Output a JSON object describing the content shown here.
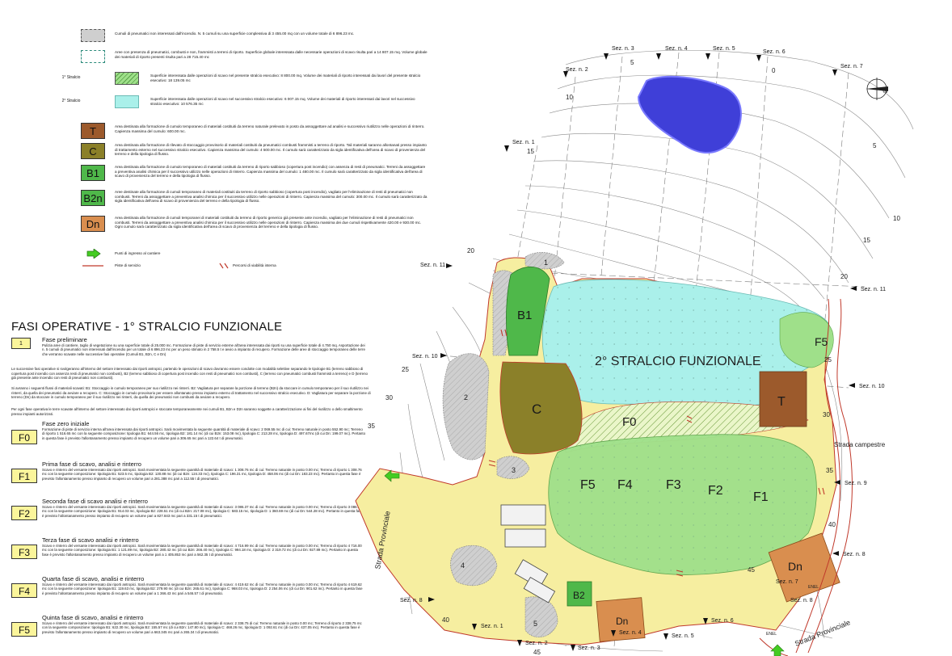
{
  "legend": {
    "cumuli": "Cumuli di pneumatici non interessati dall'incendio. N. 5 cumuli su una superficie complessiva di 3 455.00 mq con un volume totale di 6 896.23 mc.",
    "aree_presenza": "Aree con presenza di pneumatici, combusti e non, frammisti a terreni di riporto. Superficie globale interessata dalle necessarie operazioni di scavo risulta pari a 14 807.15 mq. Volume globale dei materiali di riporto presenti risulta pari a 28 715.40 mc",
    "stralcio1_tag": "1° Stralcio",
    "stralcio1": "Superficie interessata dalle operazioni di scavo nel presente stralcio esecutivo: 8 800.00 mq. Volume dei materiali di riporto interessati dai lavori del presente stralcio esecutivo: 18 139.05 mc",
    "stralcio2_tag": "2° Stralcio",
    "stralcio2": "Superficie interessata dalle operazioni di scavo nel successivo stralcio esecutivo: 6 007.15 mq. Volume dei materiali di riporto interessati dai lavori nel successivo stralcio esecutivo: 10 576.35 mc",
    "T_label": "T",
    "T_text": "Area destinata alla formazione di cumulo temporaneo di materiali costituiti da terreno naturale prelevato in posto da assoggettare ad analisi e successivo riutilizzo nelle operazioni di rinterro. Capienza massima del cumulo: 600.00 mc.",
    "C_label": "C",
    "C_text": "Area destinata alla formazione di rilevato di stoccaggio provvisorio di materiali costituiti da pneumatici combusti frammisti a terreno di riporto. Tali materiali saranno allontanati presso impianto di trattamento esterno nel successivo stralcio esecutivo. Capienza massima del cumulo: 4 500.00 mc. Il cumulo sarà caratterizzato da sigla identificativa dell'area di scavo di provenienza del terreno e della tipologia di flusso.",
    "B1_label": "B1",
    "B1_text": "Area destinata alla formazione di cumulo temporaneo di materiali costituiti da terreno di riporto sabbioso (copertura post incendio) con assenza di resti di pneumatici. Terreni da assoggettare a preventiva analisi chimica per il successivo utilizzo nelle operazioni di rinterro. Capienza massima del cumulo: 1 480.00 mc. Il cumulo sarà caratterizzato da sigla identificativa dell'area di scavo di provenienza del terreno e della tipologia di flusso.",
    "B2n_label": "B2n",
    "B2n_text": "Aree destinate alla formazione di cumuli temporaneo di materiali costituiti da terreno di riporto sabbioso (copertura post incendio), vagliato per l'eliminazione di resti di pneumatici non combusti. Terreni da assoggettare a preventiva analisi chimica per il successivo utilizzo nelle operazioni di rinterro. Capienza massima del cumulo: 300.00 mc. Il cumulo sarà caratterizzato da sigla identificativa dell'area di scavo di provenienza del terreno e della tipologia di flusso.",
    "Dn_label": "Dn",
    "Dn_text": "Area destinata alla formazione di cumuli temporanei di materiali costituiti da terreno di riporto generico già presente ante incendio, vagliato per l'eliminazione di resti di pneumatici non combusti. Terreni da assoggettare a preventiva analisi chimica per il successivo utilizzo nelle operazioni di rinterro. Capienza massima dei due cumuli rispettivamente 420.00 e 930.00 mc. Ogni cumulo sarà caratterizzato da sigla identificativa dell'area di scavo di provenienza del terreno e della tipologia di flusso.",
    "ingresso": "Punti di ingresso al cantiere",
    "piste": "Piste di servizio",
    "percorsi": "Percorsi di viabilità interna"
  },
  "phases": {
    "title": "FASI OPERATIVE - 1° STRALCIO FUNZIONALE",
    "pre_head": "Fase preliminare",
    "pre_box": "1",
    "pre_text": "Pulizia aree di cantiere, taglio di vegetazione su una superficie totale di 25.000 mc. Formazione di piste di servizio esterne all'area interessata dai riporti su una superficie totale di 4.750 mq. Asportazione dei n. 5 cumuli di pneumatici non interessati dall'incendio per un totale di 6 896.23 mc per un peso stimato in 2 758.5 t e avvio a impianto di recupero. Formazione delle aree di stoccaggio temporaneo delle terre che verranno scavate nelle successive fasi operative (Cumuli B1, B2n, C e Dn)",
    "para1": "Le successive fasi operative si svolgeranno all'interno del settore interessato dai riporti antropici, partendo le operazioni di scavo dovranno essere condotte con modalità selettive separando le tipologie B1 (terreno sabbioso di copertura post incendio con assenza resti di pneumatici non combusti), B2 (terreno sabbioso di copertura post incendio con resti di pneumatici non combusti), C (terreno con pneumatici combusti frammisti a terreno) e D (terreno già presente ante incendio con resti di pneumatici non combusti).",
    "para2": "Si avranno i seguenti flussi di materiali scavati: B1: Stoccaggio in cumulo temporaneo per suo riutilizzo nei rinterri. B2: Vagliatura per separare la porzione di terreno (B2n) da stoccare in cumulo temporaneo per il suo riutilizzo nei rinterri, da quella dei pneumatici da avviare a recupero. C: Stoccaggio in cumulo provvisorio per essere allontanato presso impianto esterno di trattamento nel successivo stralcio esecutivo. D: Vagliatura per separare la porzione di terreno (Dn) da stoccare in cumulo temporaneo per il suo riutilizzo nei rinterri, da quella dei pneumatici non combusti da avviare a recupero.",
    "para3": "Per ogni fase operativa le terre scavate all'interno del settore interessato dai riporti antropici e stoccate temporaneamente nei cumuli B1, B2n e D2n saranno soggette a caratterizzazione ai fini del riutilizzo o dello smaltimento presso impianti autorizzati.",
    "items": [
      {
        "box": "F0",
        "head": "Fase zero iniziale",
        "text": "Formazione di piste di servizio interna all'area interessata dai riporti antropici. Sarà movimentata la seguente quantità di materiale di scavo: 2 069.55 mc di cui: Terreno naturale in posto 552.90 mc; Terreno di riporto 1 516.65 mc con la seguente composizione: tipologia B1: 644.56 mc, tipologia B2: 181.14 mc (di cui B2n: 153.08 mc), tipologia C: 213.28 mc, tipologia D: 497.67mc (di cui Dn: 199.07 mc). Pertanto in questa fase è previsto l'allontanamento presso impianto di recupero un volume pari a 306.65 mc pari a 122.64 t di pneumatici."
      },
      {
        "box": "F1",
        "head": "Prima fase di scavo, analisi e rinterro",
        "text": "Scavo e rinterro del versante interessato dai riporti antropici. Sarà movimentata la seguente quantità di materiale di scavo: 1 308.76 mc di cui: Terreno naturale in posto 0.00 mc; Terreno di riporto 1 308.76 mc con la seguente composizione: tipologia B1: 523.5 mc, tipologia B2: 130.88 mc (di cui B2n: 124.33 mc), tipologia C: 196.31 mc, tipologia D: 458.06 mc (di cui Dn: 183.23 mc). Pertanto in questa fase è previsto l'allontanamento presso impianto di recupero un volume pari a 281.388 mc pari a 112.55 t di pneumatici."
      },
      {
        "box": "F2",
        "head": "Seconda fase di scavo analisi e rinterro",
        "text": "Scavo e rinterro del versante interessato dai riporti antropici. Sarà movimentata la seguente quantità di materiale di scavo: 3 086.37 mc di cui: Terreno naturale in posto 0.00 mc; Terreno di riporto 3 086.37 mc con la seguente composizione: tipologia B1: 914.03 mc, tipologia B2: 228.51 mc (di cui B2n: 217.08 mc), tipologia C: 583.15 mc, tipologia D: 1 360.69 mc (di cui Dn: 544.28 mc). Pertanto in questa fase è previsto l'allontanamento presso impianto di recupero un volume pari a 827.843 mc pari a 331.15 t di pneumatici."
      },
      {
        "box": "F3",
        "head": "Terza fase di scavo analisi e rinterro",
        "text": "Scavo e rinterro del versante interessato dai riporti antropici. Sarà movimentata la seguente quantità di materiale di scavo: 4 716.99 mc di cui: Terreno naturale in posto 0.00 mc; Terreno di riporto 4 716.00 mc con la seguente composizione: tipologia B1: 1 121.89 mc, tipologia B2: 280.42 mc (di cui B2n: 266.40 mc), tipologia C: 994.18 mc, tipologia D: 2 319.72 mc (di cui Dn: 927.89 mc). Pertanto in questa fase è previsto l'allontanamento presso impianto di recupero un volume pari a 1 405.853 mc pari a 562.35 t di pneumatici."
      },
      {
        "box": "F4",
        "head": "Quarta fase di scavo, analisi e rinterro",
        "text": "Scavo e rinterro del versante interessato dai riporti antropici. Sarà movimentata la seguente quantità di materiale di scavo: 4 419.62 mc di cui: Terreno naturale in posto 0.00 mc; Terreno di riporto 4 619.62 mc con la seguente composizione: tipologia B1: 119.63 mc, tipologia B2: 279.90 mc (di cui B2n: 265.61 mc), tipologia C: 968.03 mc, tipologia D: 2 254.06 mc (di cui Dn: 901.62 mc). Pertanto in questa fase è previsto l'allontanamento presso impianto di recupero un volume pari a 1 366.43 mc pari a 546.57 t di pneumatici."
      },
      {
        "box": "F5",
        "head": "Quinta fase di scavo, analisi e rinterro",
        "text": "Scavo e rinterro del versante interessato dai riporti antropici. Sarà movimentata la seguente quantità di materiale di scavo: 2 338.75 di cui: Terreno naturale in posto 0.00 mc; Terreno di riporto 2 338.75 mc con la seguente composizione: tipologia B1: 622.30 mc, tipologia B2: 155.57 mc (di cui B2n: 147.80 mc), tipologia C: 468.26 mc, tipologia D: 1 092.61 mc (di cui Dn: 437.05 mc). Pertanto in questa fase è previsto l'allontanamento presso impianto di recupero un volume pari a 663.345 mc pari a 265.34 t di pneumatici."
      }
    ]
  },
  "map": {
    "stralcio2_title": "2° STRALCIO FUNZIONALE",
    "strada_campestre": "Strada campestre",
    "strada_provinciale": "Strada Provinciale",
    "sections": [
      "Sez. n. 1",
      "Sez. n. 2",
      "Sez. n. 3",
      "Sez. n. 4",
      "Sez. n. 5",
      "Sez. n. 6",
      "Sez. n. 7",
      "Sez. n. 8",
      "Sez. n. 9",
      "Sez. n. 10",
      "Sez. n. 11"
    ],
    "contours": [
      "0",
      "5",
      "10",
      "15",
      "20",
      "25",
      "30",
      "35",
      "40",
      "45"
    ],
    "areas": {
      "B1": "B1",
      "C": "C",
      "T": "T",
      "B2": "B2",
      "Dn": "Dn",
      "F0": "F0",
      "F1": "F1",
      "F2": "F2",
      "F3": "F3",
      "F4": "F4",
      "F5": "F5"
    },
    "cumuli_numbers": [
      "1",
      "2",
      "3",
      "4",
      "5"
    ],
    "enel": "ENEL",
    "north": "N"
  },
  "colors": {
    "yellow_zone": "#f6eea0",
    "stralcio1_green": "#9fe08a",
    "stralcio2_cyan": "#aaf0ea",
    "lake_blue": "#3f3fd8",
    "c_olive": "#8b8029",
    "t_brown": "#9c5a2c",
    "dn_orange": "#d98e4f",
    "b_green": "#4fb84a"
  }
}
